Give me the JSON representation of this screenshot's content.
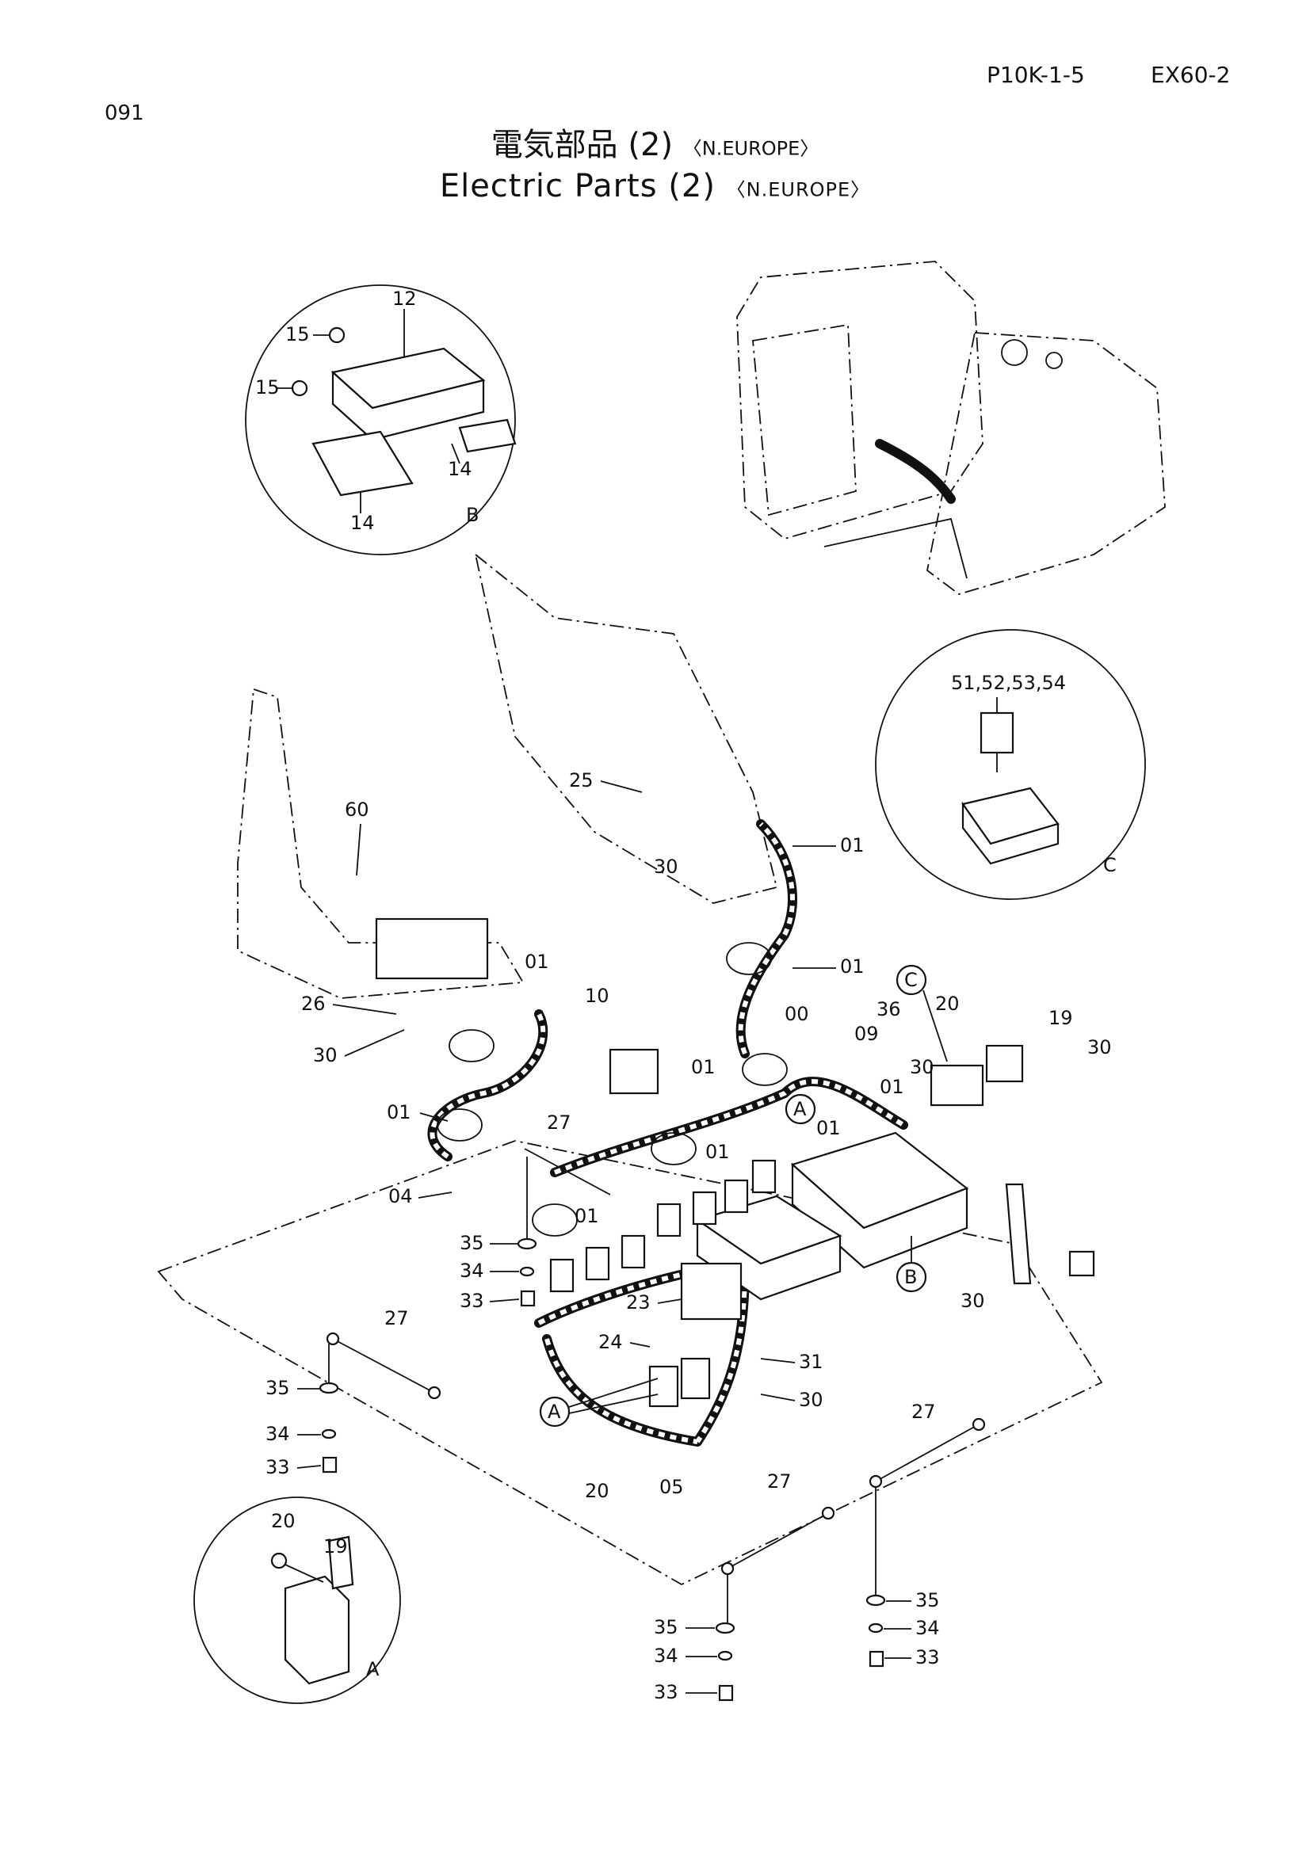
{
  "header": {
    "page_number": "091",
    "document_code": "P10K-1-5",
    "model_code": "EX60-2",
    "title_jp": "電気部品 (2)",
    "title_en": "Electric Parts (2)",
    "region_tag": "〈N.EUROPE〉"
  },
  "insets": {
    "b": {
      "letter": "B",
      "labels": [
        "12",
        "15",
        "15",
        "14",
        "14"
      ]
    },
    "c": {
      "letter": "C",
      "labels": [
        "51,52,53,54"
      ]
    },
    "a": {
      "letter": "A",
      "labels": [
        "20",
        "19"
      ]
    }
  },
  "callouts": {
    "letters": [
      "A",
      "A",
      "B",
      "C"
    ],
    "part_numbers": [
      "60",
      "26",
      "30",
      "01",
      "01",
      "01",
      "04",
      "25",
      "30",
      "01",
      "01",
      "10",
      "27",
      "01",
      "01",
      "35",
      "34",
      "33",
      "00",
      "01",
      "01",
      "36",
      "09",
      "30",
      "20",
      "19",
      "30",
      "23",
      "24",
      "31",
      "30",
      "30",
      "20",
      "05",
      "27",
      "35",
      "34",
      "33",
      "27",
      "27",
      "35",
      "34",
      "33",
      "35",
      "34",
      "33"
    ]
  }
}
